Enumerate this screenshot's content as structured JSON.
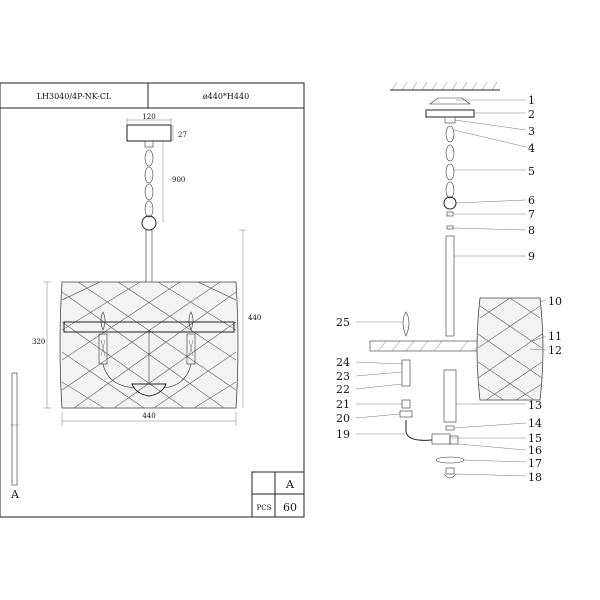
{
  "header": {
    "model": "LH3040/4P-NK-CL",
    "size": "ø440*H440"
  },
  "dimensions": {
    "canopy_width": "120",
    "canopy_height": "27",
    "chain_length": "900",
    "total_height": "440",
    "shade_height": "320",
    "shade_width": "440"
  },
  "side_label": "A",
  "box": {
    "letter": "A",
    "pcs_label": "PCS",
    "pcs_value": "60"
  },
  "callouts": [
    "1",
    "2",
    "3",
    "4",
    "5",
    "6",
    "7",
    "8",
    "9",
    "10",
    "11",
    "12",
    "13",
    "14",
    "15",
    "16",
    "17",
    "18",
    "19",
    "20",
    "21",
    "22",
    "23",
    "24",
    "25"
  ]
}
